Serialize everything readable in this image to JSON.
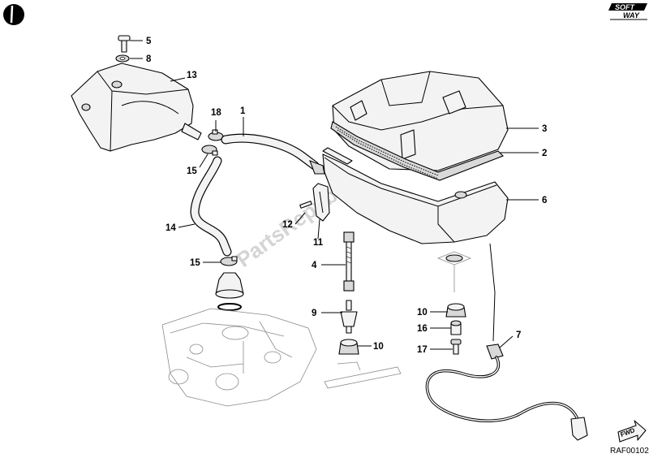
{
  "diagram": {
    "watermark": "PartsRepublik",
    "drawing_code": "RAF00102",
    "forward_arrow_label": "FWD",
    "logo": {
      "line1": "SOFT",
      "line2": "WAY"
    },
    "callouts": [
      {
        "id": "c5",
        "label": "5"
      },
      {
        "id": "c8",
        "label": "8"
      },
      {
        "id": "c13",
        "label": "13"
      },
      {
        "id": "c18",
        "label": "18"
      },
      {
        "id": "c1",
        "label": "1"
      },
      {
        "id": "c15a",
        "label": "15"
      },
      {
        "id": "c14",
        "label": "14"
      },
      {
        "id": "c15b",
        "label": "15"
      },
      {
        "id": "c3",
        "label": "3"
      },
      {
        "id": "c2",
        "label": "2"
      },
      {
        "id": "c6",
        "label": "6"
      },
      {
        "id": "c12",
        "label": "12"
      },
      {
        "id": "c11",
        "label": "11"
      },
      {
        "id": "c4",
        "label": "4"
      },
      {
        "id": "c9",
        "label": "9"
      },
      {
        "id": "c10a",
        "label": "10"
      },
      {
        "id": "c10b",
        "label": "10"
      },
      {
        "id": "c16",
        "label": "16"
      },
      {
        "id": "c17",
        "label": "17"
      },
      {
        "id": "c7",
        "label": "7"
      }
    ]
  }
}
